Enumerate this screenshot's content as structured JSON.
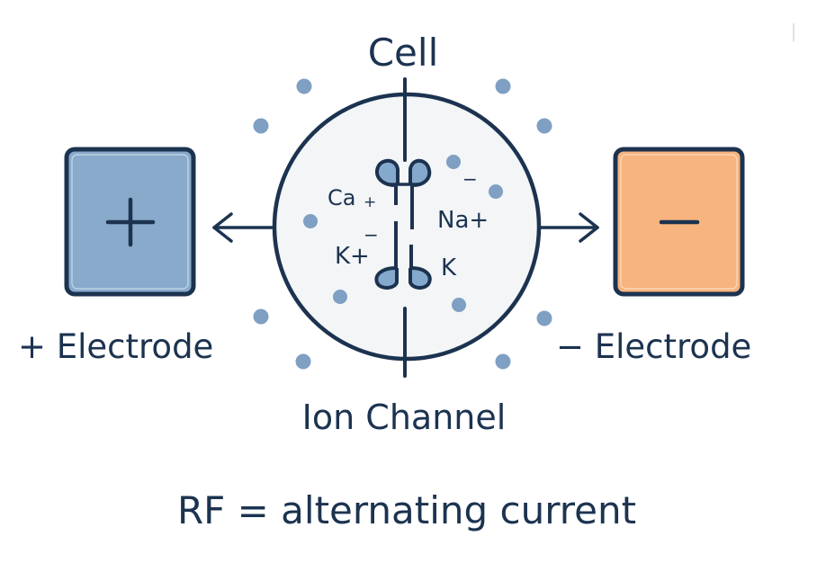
{
  "title": "Cell",
  "cell": {
    "label": "Cell",
    "ions": {
      "ca": "Ca",
      "ca_charge": "+",
      "na": "Na+",
      "k_left": "K+",
      "k_left_minus": "−",
      "k_right": "K",
      "minus_top": "−"
    }
  },
  "ion_channel_label": "Ion Channel",
  "electrodes": {
    "positive": {
      "symbol": "+",
      "label": "+ Electrode",
      "color": "#89aacb"
    },
    "negative": {
      "symbol": "−",
      "label": "− Electrode",
      "color": "#f7b47e"
    }
  },
  "caption": "RF = alternating current",
  "colors": {
    "outline": "#1c3350",
    "dot": "#7f9fc3",
    "cell_fill": "#f3f5f7",
    "channel_fill": "#85a9cc"
  }
}
